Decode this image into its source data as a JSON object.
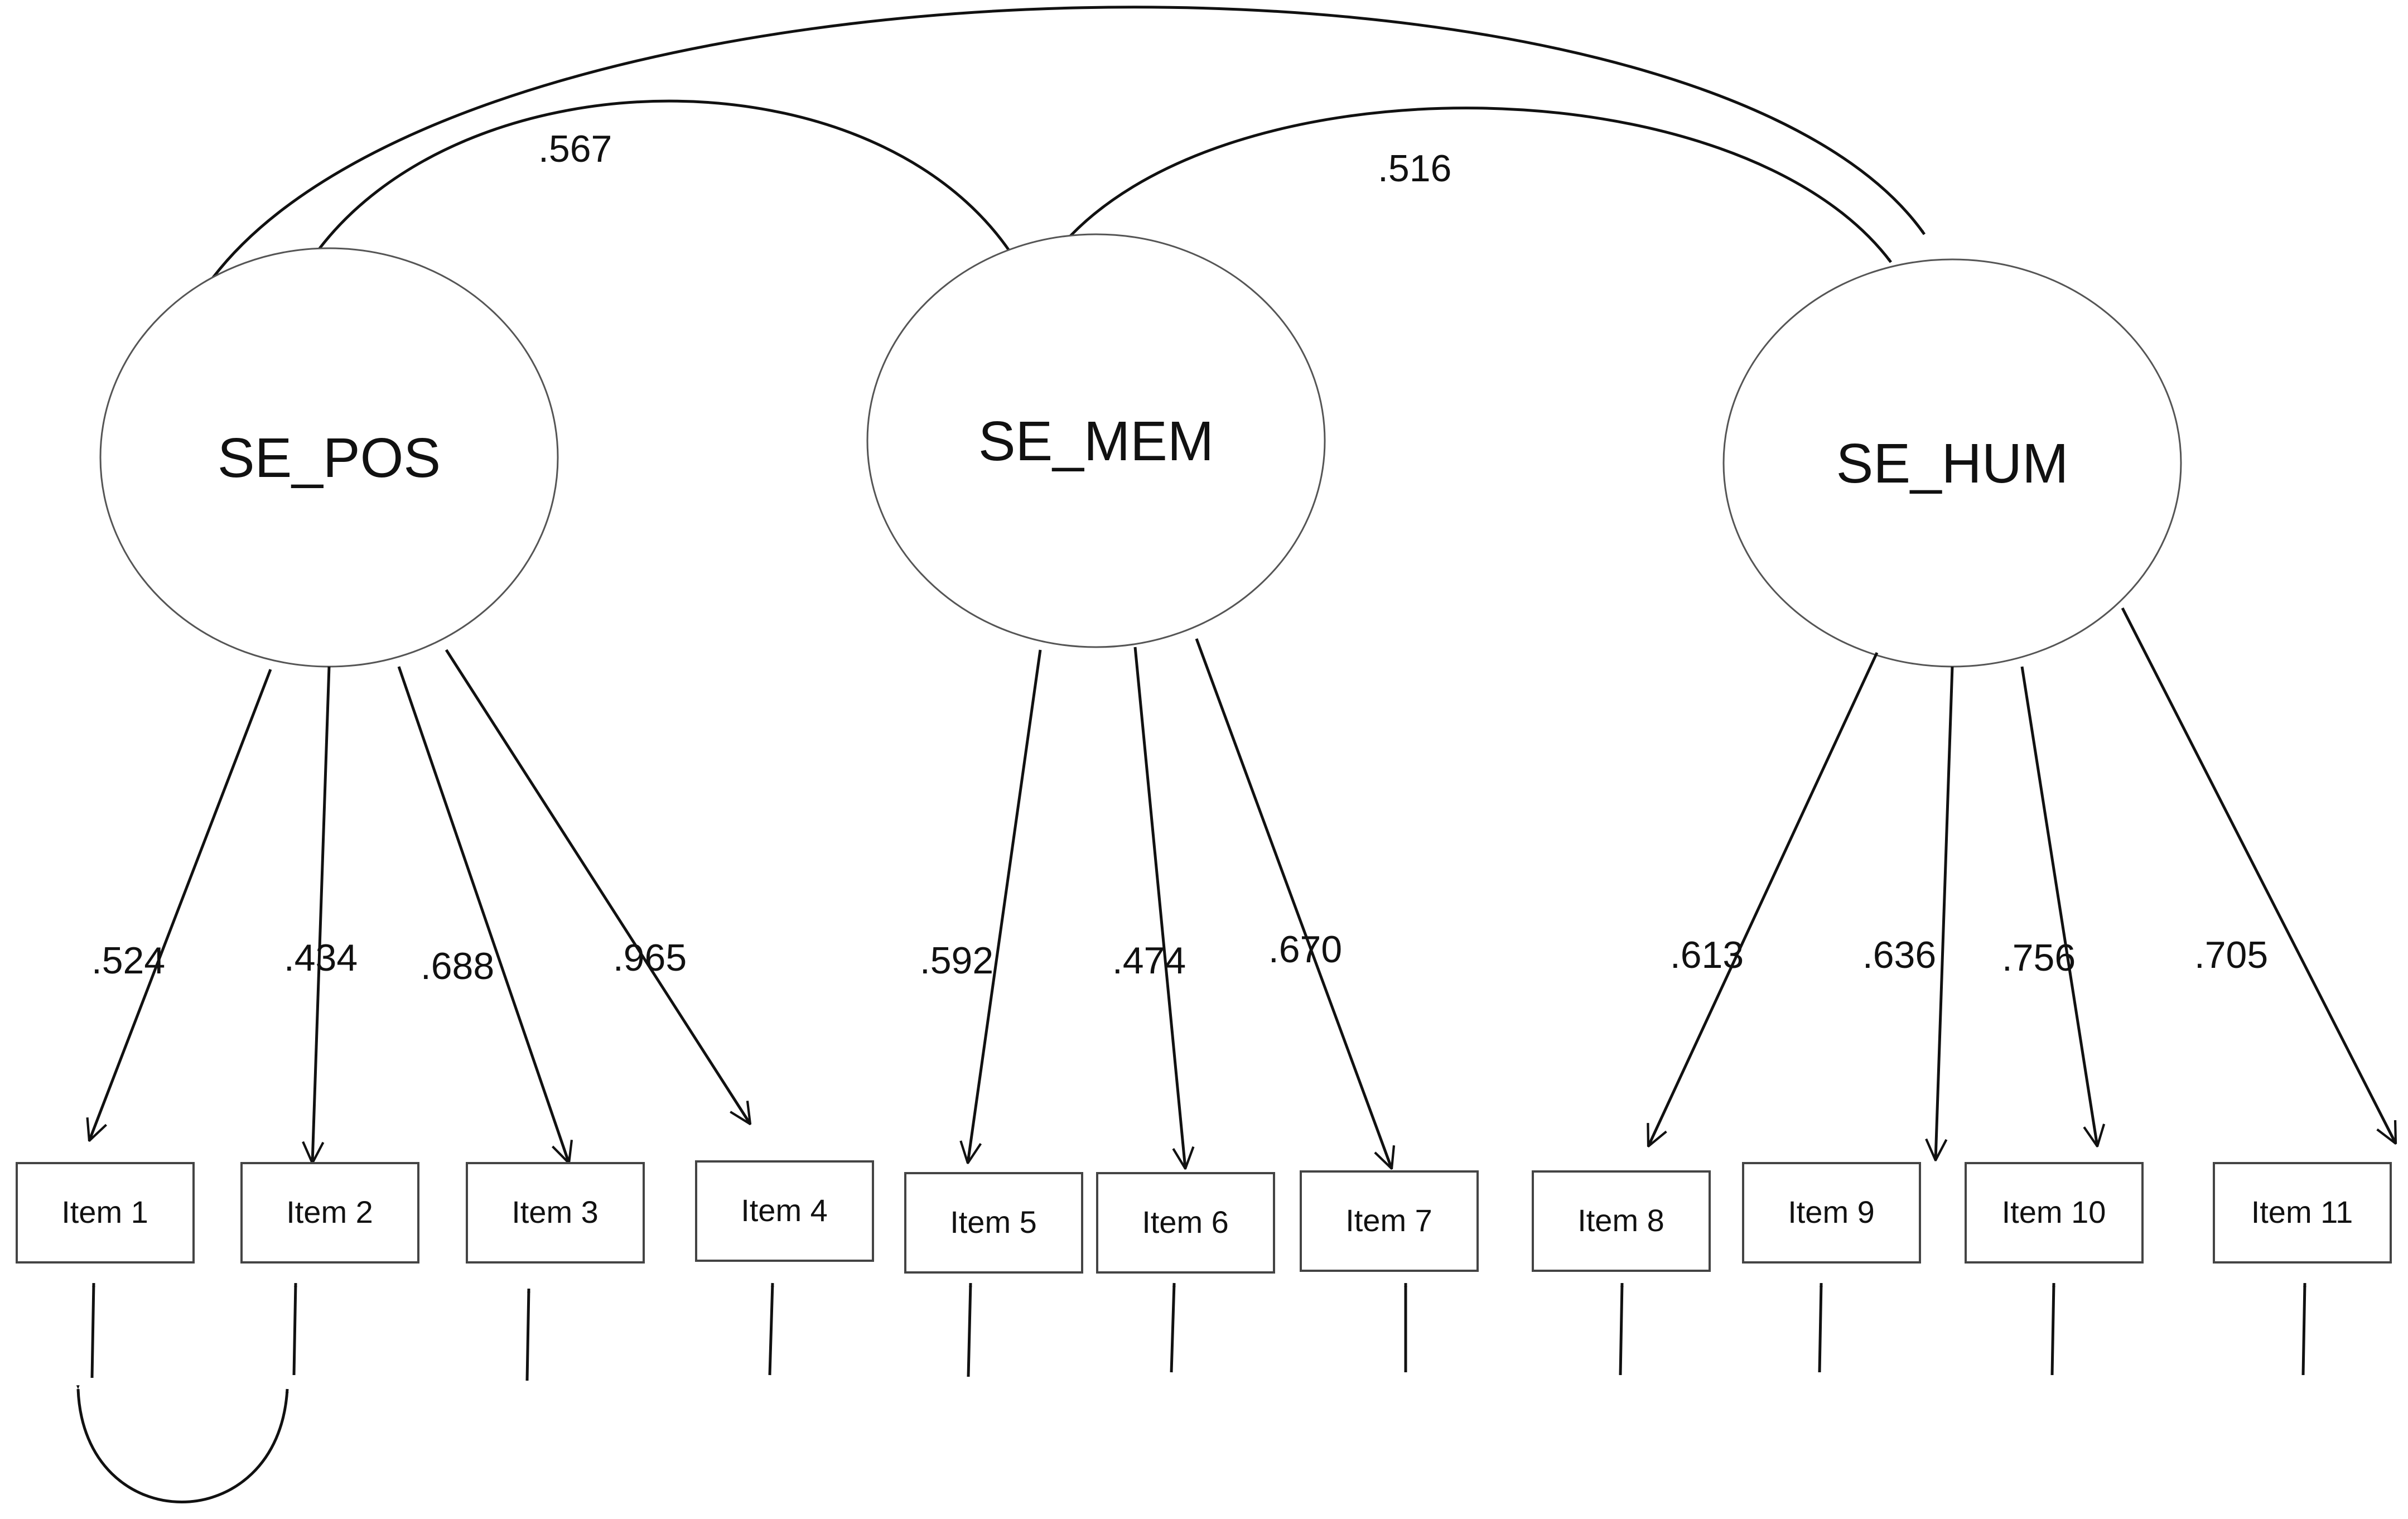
{
  "factors": [
    {
      "id": "pos",
      "label": "SE_POS"
    },
    {
      "id": "mem",
      "label": "SE_MEM"
    },
    {
      "id": "hum",
      "label": "SE_HUM"
    }
  ],
  "items": [
    {
      "label": "Item 1",
      "factor": "pos",
      "loading": ".524"
    },
    {
      "label": "Item 2",
      "factor": "pos",
      "loading": ".434"
    },
    {
      "label": "Item 3",
      "factor": "pos",
      "loading": ".688"
    },
    {
      "label": "Item 4",
      "factor": "pos",
      "loading": ".965"
    },
    {
      "label": "Item 5",
      "factor": "mem",
      "loading": ".592"
    },
    {
      "label": "Item 6",
      "factor": "mem",
      "loading": ".474"
    },
    {
      "label": "Item 7",
      "factor": "mem",
      "loading": ".670"
    },
    {
      "label": "Item 8",
      "factor": "hum",
      "loading": ".613"
    },
    {
      "label": "Item 9",
      "factor": "hum",
      "loading": ".636"
    },
    {
      "label": "Item 10",
      "factor": "hum",
      "loading": ".756"
    },
    {
      "label": "Item 11",
      "factor": "hum",
      "loading": ".705"
    }
  ],
  "factor_correlations": [
    {
      "from": "pos",
      "to": "mem",
      "value": ".567"
    },
    {
      "from": "mem",
      "to": "hum",
      "value": ".516"
    },
    {
      "from": "pos",
      "to": "hum",
      "value": ""
    }
  ],
  "error_covariances": [
    {
      "from": "Item 1",
      "to": "Item 2"
    }
  ]
}
